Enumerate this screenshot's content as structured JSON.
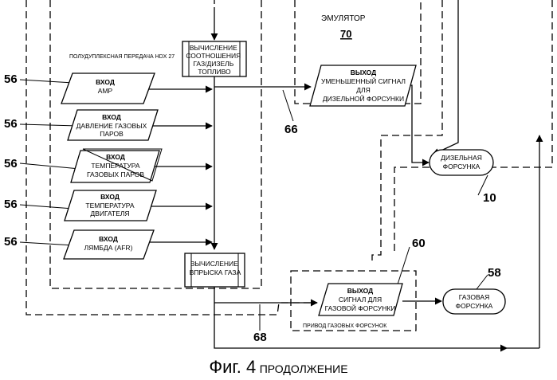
{
  "labels": {
    "emulator": "ЭМУЛЯТОР",
    "emulator_num": "70",
    "half_duplex": "ПОЛУДУПЛЕКСНАЯ ПЕРЕДАЧА HDX 27",
    "gas_injector_drive": "ПРИВОД ГАЗОВЫХ ФОРСУНОК"
  },
  "ratio_box": [
    "ВЫЧИСЛЕНИЕ",
    "СООТНОШЕНИЯ",
    "ГАЗ/ДИЗЕЛЬ",
    "ТОПЛИВО"
  ],
  "injection_box": [
    "ВЫЧИСЛЕНИЕ",
    "ВПРЫСКА ГАЗА"
  ],
  "inputs": [
    {
      "title": "ВХОД",
      "lines": [
        "АМР"
      ]
    },
    {
      "title": "ВХОД",
      "lines": [
        "ДАВЛЕНИЕ ГАЗОВЫХ",
        "ПАРОВ"
      ]
    },
    {
      "title": "ВХОД",
      "lines": [
        "ТЕМПЕРАТУРА",
        "ГАЗОВЫХ ПАРОВ"
      ]
    },
    {
      "title": "ВХОД",
      "lines": [
        "ТЕМПЕРАТУРА",
        "ДВИГАТЕЛЯ"
      ]
    },
    {
      "title": "ВХОД",
      "lines": [
        "ЛЯМБДА (AFR)"
      ]
    }
  ],
  "outputs": {
    "diesel": {
      "title": "ВЫХОД",
      "lines": [
        "УМЕНЬШЕННЫЙ СИГНАЛ",
        "ДЛЯ",
        "ДИЗЕЛЬНОЙ ФОРСУНКИ"
      ]
    },
    "gas": {
      "title": "ВЫХОД",
      "lines": [
        "СИГНАЛ ДЛЯ",
        "ГАЗОВОЙ ФОРСУНКИ"
      ]
    }
  },
  "terminals": {
    "diesel": [
      "ДИЗЕЛЬНАЯ",
      "ФОРСУНКА"
    ],
    "gas": [
      "ГАЗОВАЯ",
      "ФОРСУНКА"
    ]
  },
  "refs": {
    "r56": "56",
    "r66": "66",
    "r68": "68",
    "r60": "60",
    "r58": "58",
    "r10": "10"
  },
  "caption": {
    "main": "Фиг. 4",
    "sub": "ПРОДОЛЖЕНИЕ"
  }
}
